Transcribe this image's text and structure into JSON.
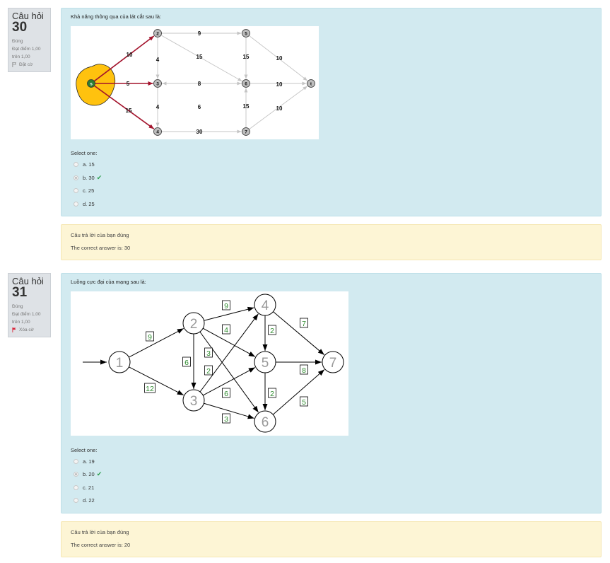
{
  "questions": [
    {
      "label": "Câu hỏi",
      "number": "30",
      "state": "Đúng",
      "grade_line1": "Đạt điểm 1,00",
      "grade_line2": "trên 1,00",
      "flag_label": "Đặt cờ",
      "flag_color": "#888888",
      "text": "Khả năng thông qua của lát cắt sau là:",
      "prompt": "Select one:",
      "options": [
        {
          "label": "a. 15",
          "selected": false,
          "correct": false
        },
        {
          "label": "b. 30",
          "selected": true,
          "correct": true
        },
        {
          "label": "c. 25",
          "selected": false,
          "correct": false
        },
        {
          "label": "d. 25",
          "selected": false,
          "correct": false
        }
      ],
      "feedback_line1": "Câu trả lời của bạn đúng",
      "feedback_line2": "The correct answer is: 30",
      "graph": {
        "nodes": [
          {
            "id": "s",
            "label": "s"
          },
          {
            "id": "2",
            "label": "2"
          },
          {
            "id": "3",
            "label": "3"
          },
          {
            "id": "4",
            "label": "4"
          },
          {
            "id": "5",
            "label": "5"
          },
          {
            "id": "6",
            "label": "6"
          },
          {
            "id": "7",
            "label": "7"
          },
          {
            "id": "t",
            "label": "t"
          }
        ],
        "edges": [
          {
            "from": "s",
            "to": "2",
            "label": "10",
            "cut": true
          },
          {
            "from": "s",
            "to": "3",
            "label": "5",
            "cut": true
          },
          {
            "from": "s",
            "to": "4",
            "label": "15",
            "cut": true
          },
          {
            "from": "2",
            "to": "5",
            "label": "9",
            "cut": false
          },
          {
            "from": "2",
            "to": "3",
            "label": "4",
            "cut": false
          },
          {
            "from": "2",
            "to": "6",
            "label": "15",
            "cut": false
          },
          {
            "from": "3",
            "to": "6",
            "label": "8",
            "cut": false
          },
          {
            "from": "3",
            "to": "4",
            "label": "4",
            "cut": false
          },
          {
            "from": "6",
            "to": "3",
            "label": "6",
            "cut": false
          },
          {
            "from": "4",
            "to": "7",
            "label": "30",
            "cut": false
          },
          {
            "from": "5",
            "to": "6",
            "label": "15",
            "cut": false
          },
          {
            "from": "5",
            "to": "t",
            "label": "10",
            "cut": false
          },
          {
            "from": "6",
            "to": "t",
            "label": "10",
            "cut": false
          },
          {
            "from": "7",
            "to": "6",
            "label": "15",
            "cut": false
          },
          {
            "from": "7",
            "to": "t",
            "label": "10",
            "cut": false
          }
        ],
        "colors": {
          "cut_edge": "#a3132c",
          "cut_region": "#ffc20e",
          "node": "#bdbdbd",
          "source_node": "#2e7d32",
          "edge": "#c4c4c4"
        }
      }
    },
    {
      "label": "Câu hỏi",
      "number": "31",
      "state": "Đúng",
      "grade_line1": "Đạt điểm 1,00",
      "grade_line2": "trên 1,00",
      "flag_label": "Xóa cờ",
      "flag_color": "#d9263a",
      "text": "Luồng cực đại của mạng sau là:",
      "prompt": "Select one:",
      "options": [
        {
          "label": "a. 19",
          "selected": false,
          "correct": false
        },
        {
          "label": "b. 20",
          "selected": true,
          "correct": true
        },
        {
          "label": "c. 21",
          "selected": false,
          "correct": false
        },
        {
          "label": "d. 22",
          "selected": false,
          "correct": false
        }
      ],
      "feedback_line1": "Câu trả lời của bạn đúng",
      "feedback_line2": "The correct answer is: 20",
      "graph": {
        "nodes": [
          {
            "id": "1",
            "label": "1"
          },
          {
            "id": "2",
            "label": "2"
          },
          {
            "id": "3",
            "label": "3"
          },
          {
            "id": "4",
            "label": "4"
          },
          {
            "id": "5",
            "label": "5"
          },
          {
            "id": "6",
            "label": "6"
          },
          {
            "id": "7",
            "label": "7"
          }
        ],
        "edges": [
          {
            "from": "1",
            "to": "2",
            "label": "9"
          },
          {
            "from": "1",
            "to": "3",
            "label": "12"
          },
          {
            "from": "2",
            "to": "4",
            "label": "9"
          },
          {
            "from": "2",
            "to": "5",
            "label": "4"
          },
          {
            "from": "2",
            "to": "3",
            "label": "6"
          },
          {
            "from": "2",
            "to": "6",
            "label": "3"
          },
          {
            "from": "3",
            "to": "4",
            "label": "2"
          },
          {
            "from": "3",
            "to": "5",
            "label": "6"
          },
          {
            "from": "3",
            "to": "6",
            "label": "3"
          },
          {
            "from": "4",
            "to": "5",
            "label": "2"
          },
          {
            "from": "4",
            "to": "7",
            "label": "7"
          },
          {
            "from": "5",
            "to": "7",
            "label": "8"
          },
          {
            "from": "5",
            "to": "6",
            "label": "2"
          },
          {
            "from": "6",
            "to": "7",
            "label": "5"
          }
        ],
        "colors": {
          "node_text": "#999999",
          "label_text": "#2e8b2e",
          "edge": "#000000"
        }
      }
    }
  ]
}
